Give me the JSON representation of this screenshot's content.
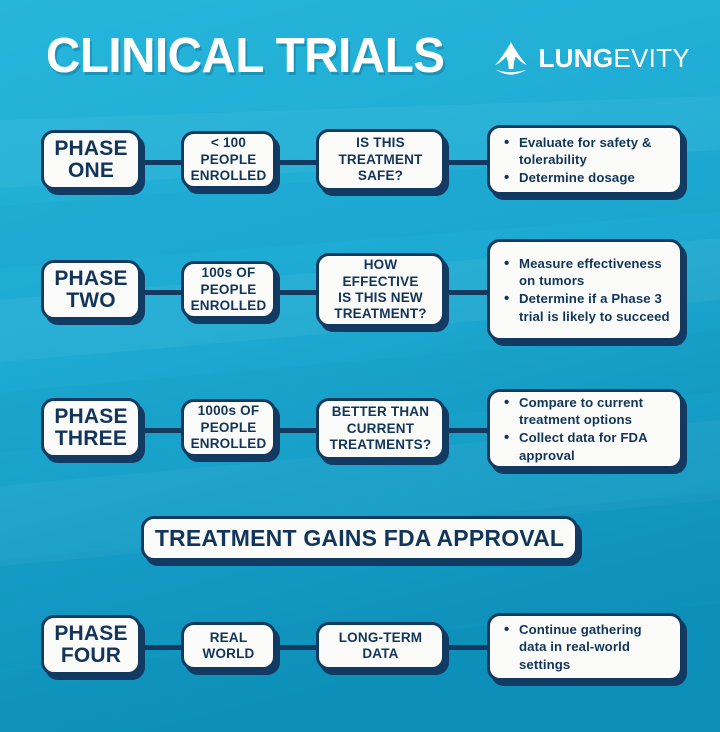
{
  "header": {
    "title": "CLINICAL TRIALS",
    "logo": {
      "icon": "lungevity-wing-icon",
      "bold_part": "LUNG",
      "light_part": "EVITY"
    }
  },
  "colors": {
    "background_top": "#26b4da",
    "background_bottom": "#0d92bb",
    "box_fill": "#fbfbf9",
    "box_border": "#12395f",
    "text": "#12355c",
    "title_text": "#ffffff"
  },
  "phases": [
    {
      "name": "PHASE ONE",
      "enrollment": "< 100\nPEOPLE\nENROLLED",
      "question": "IS THIS\nTREATMENT\nSAFE?",
      "goals": [
        "Evaluate for safety & tolerability",
        "Determine dosage"
      ]
    },
    {
      "name": "PHASE TWO",
      "enrollment": "100s OF\nPEOPLE\nENROLLED",
      "question": "HOW\nEFFECTIVE\nIS THIS NEW\nTREATMENT?",
      "goals": [
        "Measure effectiveness on tumors",
        "Determine if a Phase 3 trial is likely to succeed"
      ]
    },
    {
      "name": "PHASE THREE",
      "enrollment": "1000s OF\nPEOPLE\nENROLLED",
      "question": "BETTER THAN\nCURRENT\nTREATMENTS?",
      "goals": [
        "Compare to current treatment options",
        "Collect data for FDA approval"
      ]
    },
    {
      "name": "PHASE FOUR",
      "enrollment": "REAL\nWORLD",
      "question": "LONG-TERM\nDATA",
      "goals": [
        "Continue gathering data in real-world settings"
      ]
    }
  ],
  "milestone": {
    "label": "TREATMENT GAINS FDA APPROVAL"
  }
}
